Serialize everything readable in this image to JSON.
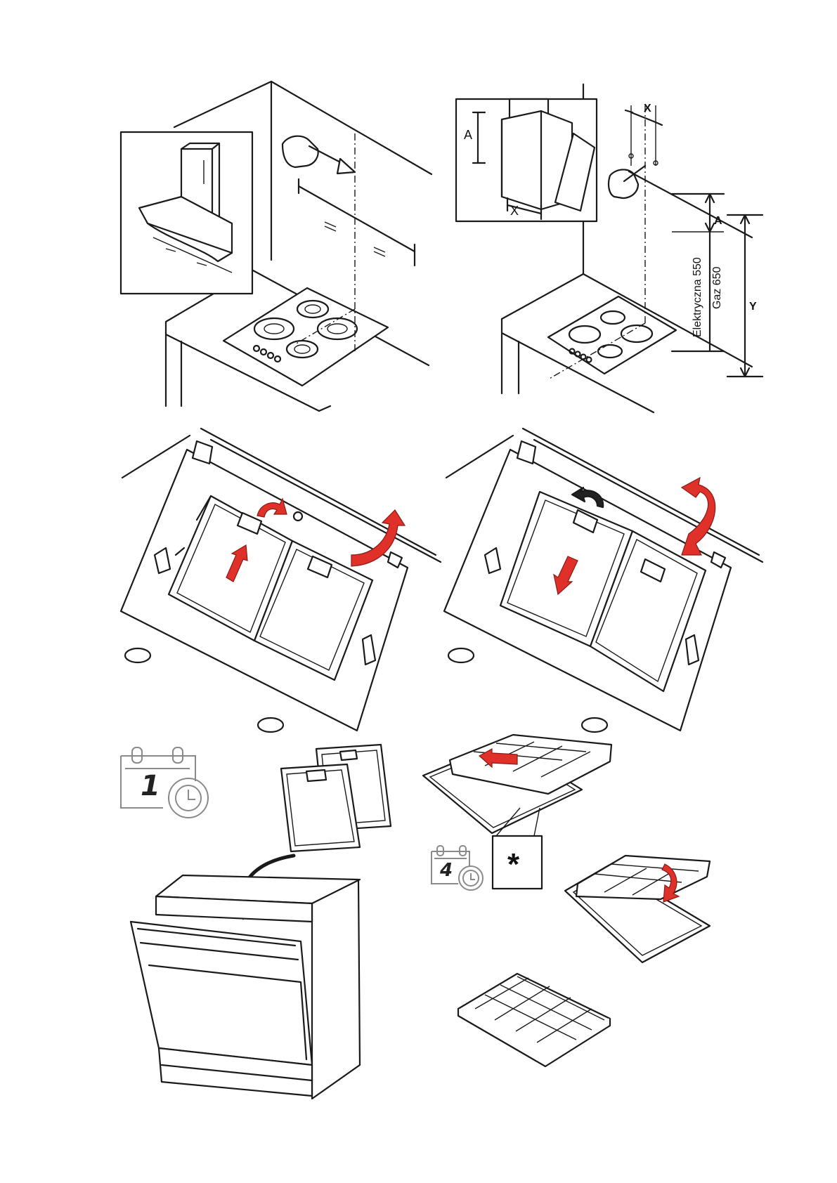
{
  "panel_top_right": {
    "label_x": "X",
    "label_a_inset": "A",
    "label_x_inset": "X",
    "label_a": "A",
    "label_y": "Y",
    "label_electric": "Elektryczna 550",
    "label_gas": "Gaz 650"
  },
  "panel_bottom_left": {
    "calendar_number": "1"
  },
  "panel_bottom_right": {
    "calendar_number": "4",
    "asterisk": "*"
  },
  "colors": {
    "arrow_red": "#e0302a",
    "line": "#1a1a1a",
    "calendar_grey": "#8a8a8a"
  }
}
